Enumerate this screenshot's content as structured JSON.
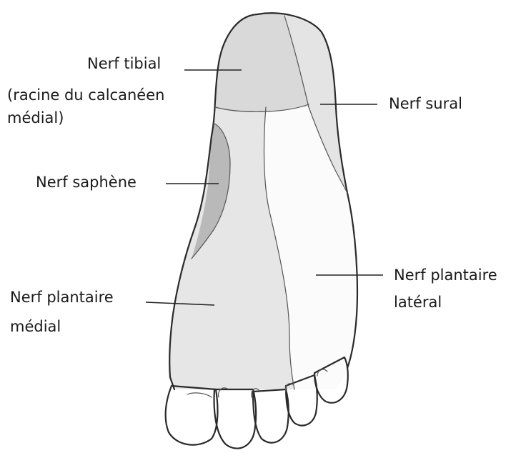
{
  "labels": {
    "tibial_line1": "Nerf tibial",
    "tibial_line2": "(racine du calcanéen",
    "tibial_line3": "médial)",
    "sural": "Nerf sural",
    "saphene": "Nerf saphène",
    "plantaire_medial_line1": "Nerf plantaire",
    "plantaire_medial_line2": "médial",
    "plantaire_lateral_line1": "Nerf plantaire",
    "plantaire_lateral_line2": "latéral"
  },
  "colors": {
    "tibial_region": "#d9d9d9",
    "sural_region": "#e4e4e4",
    "saphene_region": "#b9b9b9",
    "plantaire_medial_region": "#e6e6e6",
    "plantaire_lateral_region": "#fbfbfb",
    "outline": "#2a2a2a"
  }
}
